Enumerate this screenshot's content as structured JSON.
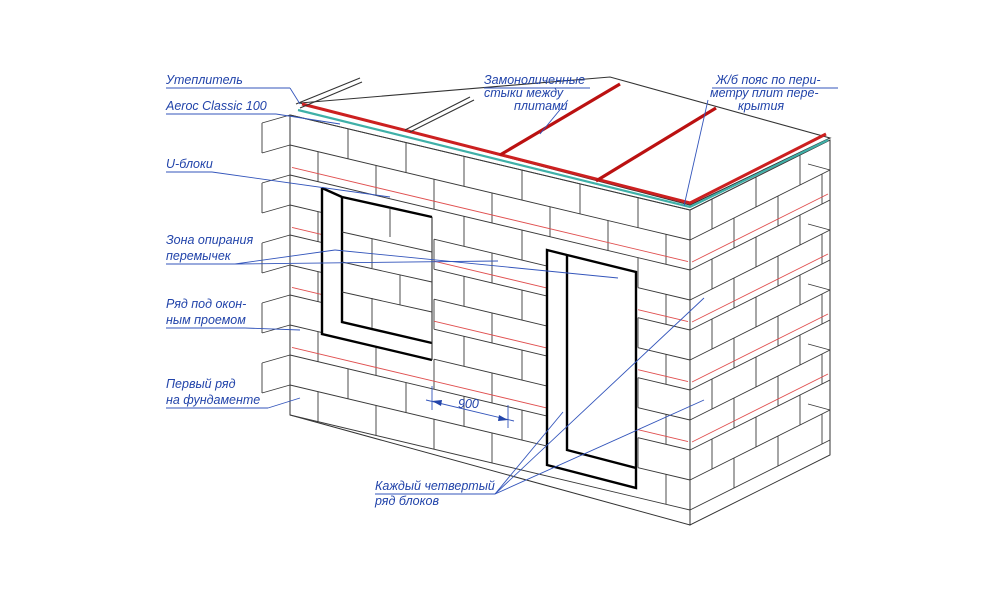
{
  "labels": {
    "insulation": "Утеплитель",
    "aeroc": "Aeroc Classic 100",
    "ublocks": "U-блоки",
    "lintel_zone_1": "Зона опирания",
    "lintel_zone_2": "перемычек",
    "row_under_window_1": "Ряд под окон-",
    "row_under_window_2": "ным проемом",
    "first_row_1": "Первый ряд",
    "first_row_2": "на фундаменте",
    "monolithic_1": "Замоноличенные",
    "monolithic_2": "стыки между",
    "monolithic_3": "плитами",
    "belt_1": "Ж/б пояс по пери-",
    "belt_2": "метру плит пере-",
    "belt_3": "крытия",
    "every_fourth_1": "Каждый четвертый",
    "every_fourth_2": "ряд блоков",
    "dimension": "900"
  },
  "colors": {
    "label": "#2244aa",
    "slab_joint": "#bb1111",
    "belt": "#cc2020",
    "insulation_band": "#3fb0a8",
    "reinforcement": "#e05050"
  }
}
